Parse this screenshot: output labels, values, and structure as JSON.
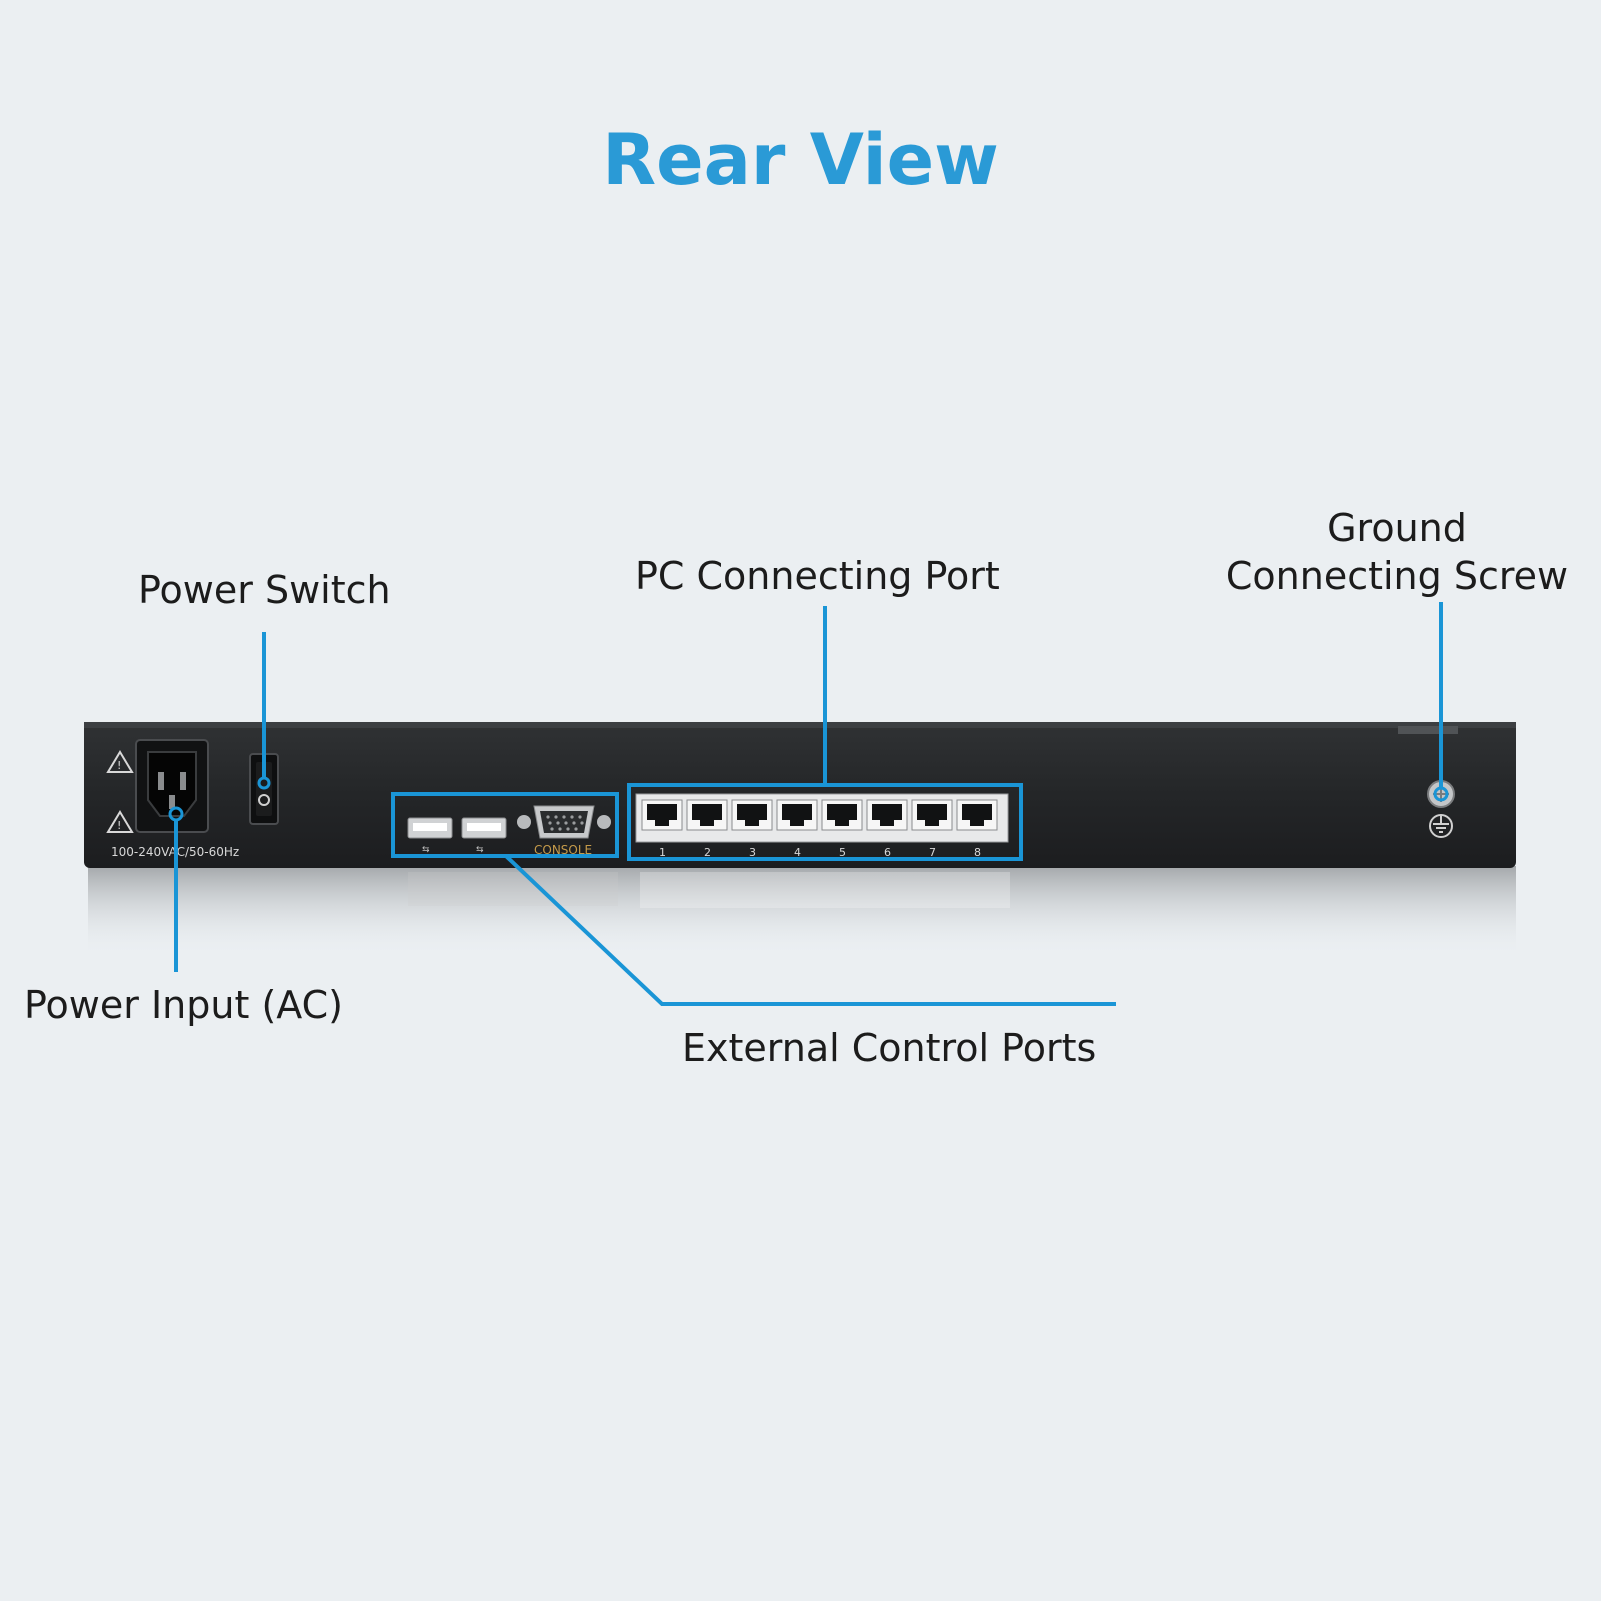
{
  "title": "Rear View",
  "callouts": {
    "power_switch": "Power Switch",
    "pc_port": "PC Connecting Port",
    "ground_line1": "Ground",
    "ground_line2": "Connecting Screw",
    "power_input": "Power Input (AC)",
    "external_ports": "External Control Ports"
  },
  "device": {
    "power_rating": "100-240VAC/50-60Hz",
    "console_label": "CONSOLE",
    "port_numbers": [
      "1",
      "2",
      "3",
      "4",
      "5",
      "6",
      "7",
      "8"
    ]
  },
  "colors": {
    "title": "#2a9ad6",
    "leader": "#1a95d6",
    "chassis": "#242628",
    "background": "#ebeff2"
  }
}
